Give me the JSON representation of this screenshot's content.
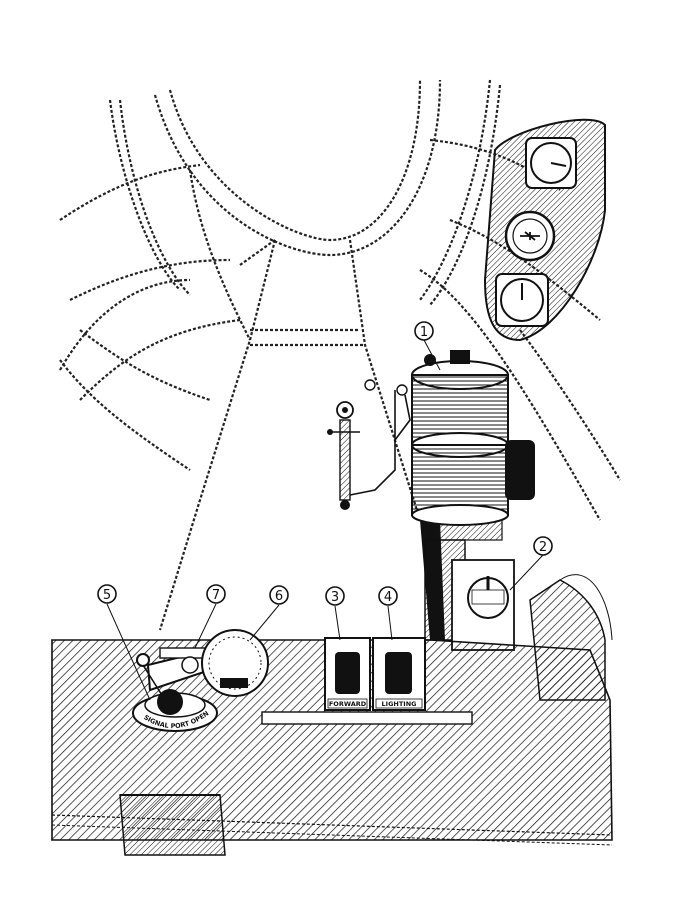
{
  "callouts": [
    {
      "id": "1",
      "label": "1"
    },
    {
      "id": "2",
      "label": "2"
    },
    {
      "id": "3",
      "label": "3"
    },
    {
      "id": "4",
      "label": "4"
    },
    {
      "id": "5",
      "label": "5"
    },
    {
      "id": "6",
      "label": "6"
    },
    {
      "id": "7",
      "label": "7"
    }
  ],
  "plates": {
    "left_switch": "FORWARD",
    "right_switch": "LIGHTING",
    "port_ring": "SIGNAL PORT OPEN"
  }
}
